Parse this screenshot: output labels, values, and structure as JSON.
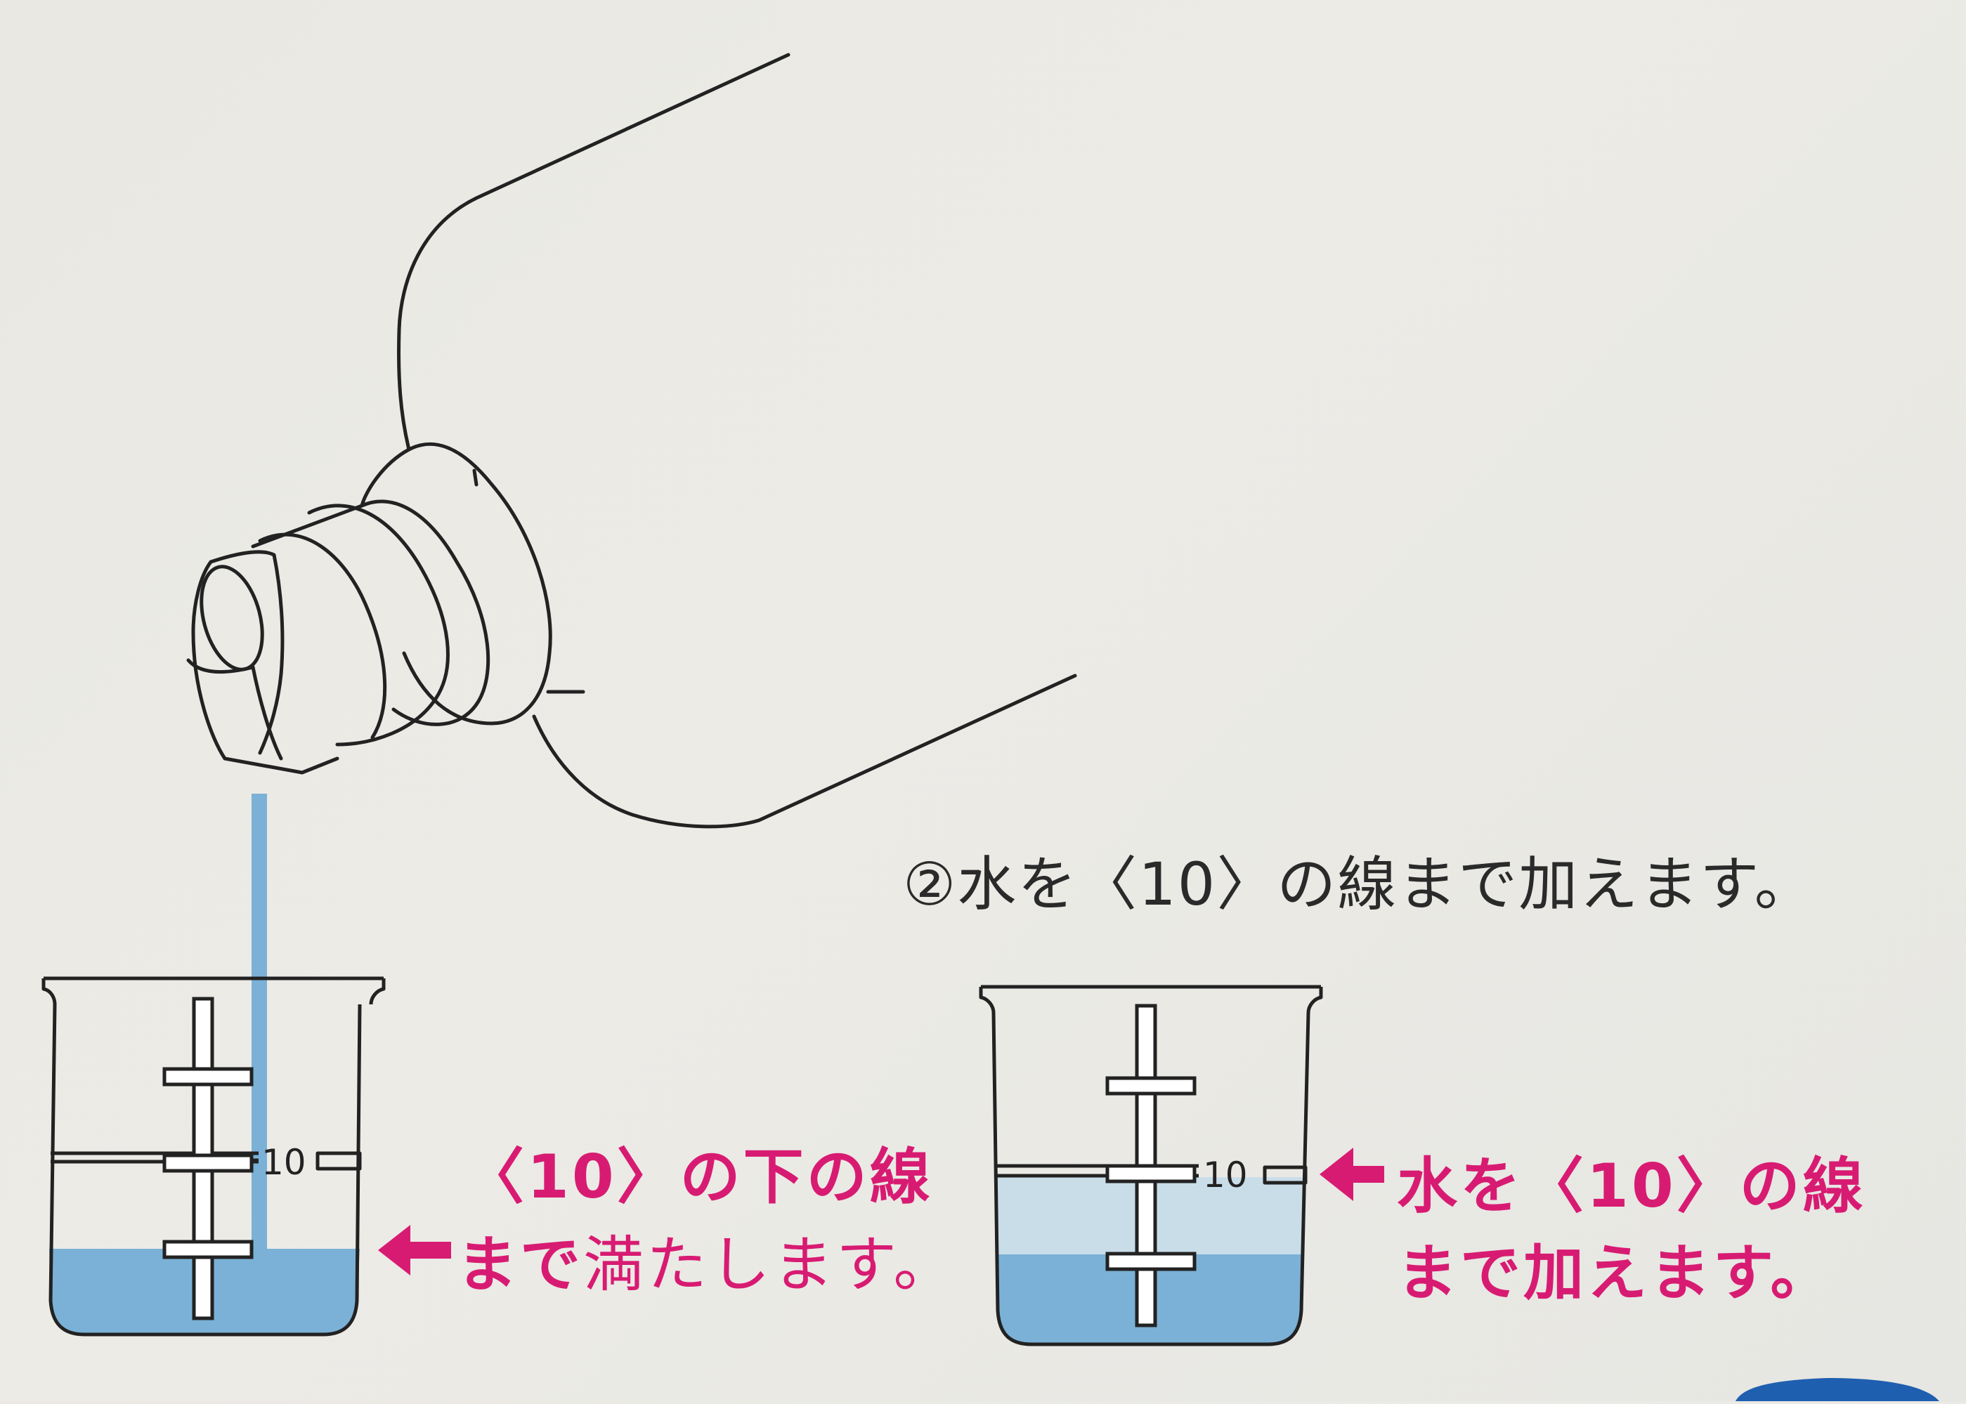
{
  "instruction": {
    "step_text": "②水を〈10〉の線まで加えます。"
  },
  "left_beaker": {
    "scale_label": "10",
    "fill_color": "#7bb1d6",
    "callout_line1": "〈10〉の下の線",
    "callout_line2_bold": "まで",
    "callout_line2_rest": "満たします。"
  },
  "right_beaker": {
    "scale_label": "10",
    "fill_color": "#7bb1d6",
    "added_water_color": "#c9dde9",
    "callout_line1": "水を〈10〉の線",
    "callout_line2": "まで加えます。"
  },
  "colors": {
    "accent": "#d81b72",
    "water": "#7bb1d6",
    "outline": "#222222"
  }
}
